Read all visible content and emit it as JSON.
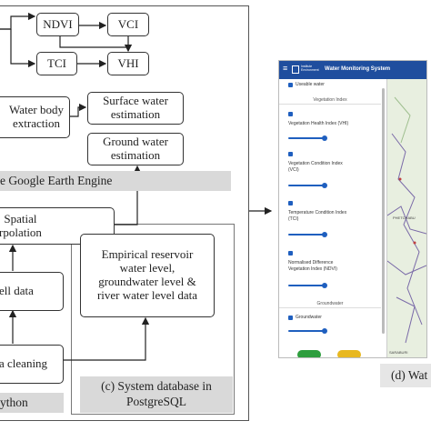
{
  "boxes": {
    "ndvi": "NDVI",
    "vci": "VCI",
    "tci": "TCI",
    "vhi": "VHI",
    "water_body": "Water body\nextraction",
    "surface_water": "Surface water\nestimation",
    "ground_water": "Ground water\nestimation",
    "spatial": "Spatial\nrpolation",
    "well": "ell data",
    "cleaning": "a cleaning",
    "empirical": "Empirical reservoir\nwater level,\ngroundwater level &\nriver water level data"
  },
  "labels": {
    "gee": "e Google Earth Engine",
    "python": "ython",
    "system_db": "(c) System database in\nPostgreSQL",
    "panel_d": "(d) Wat"
  },
  "app": {
    "title": "Water Monitoring System",
    "logo_text": "Institute\nEnvironment",
    "useable_water": "Useable water",
    "section_vegetation": "Vegetation Index",
    "items": [
      "Vegetation Health Index (VHI)",
      "Vegetation Condition Index\n(VCI)",
      "Temperature Condition Index\n(TCI)",
      "Normalised Difference\nVegetation Index (NDVI)"
    ],
    "section_groundwater": "Groundwater",
    "groundwater_item": "Groundwater",
    "map_labels": [
      "PHETCHABU",
      "SARABURI"
    ]
  },
  "colors": {
    "accent": "#1f5fbf",
    "appbar": "#1f4e9e",
    "gray_band": "#d9d9d9"
  }
}
